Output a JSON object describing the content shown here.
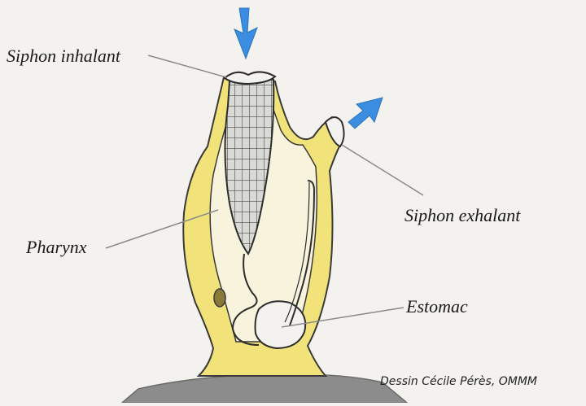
{
  "labels": {
    "siphon_inhalant": "Siphon inhalant",
    "siphon_exhalant": "Siphon exhalant",
    "pharynx": "Pharynx",
    "estomac": "Estomac"
  },
  "credit": "Dessin Cécile Pérès, OMMM",
  "colors": {
    "paper": "#f4f2ee",
    "tunic_yellow": "#f2e27a",
    "outline": "#3a3a3a",
    "arrow_blue": "#3a8de0",
    "leader_line": "#8a8a8a",
    "substrate": "#6e6e6e"
  },
  "icons": {
    "water_in": "arrow-down-icon",
    "water_out": "arrow-up-right-icon"
  }
}
